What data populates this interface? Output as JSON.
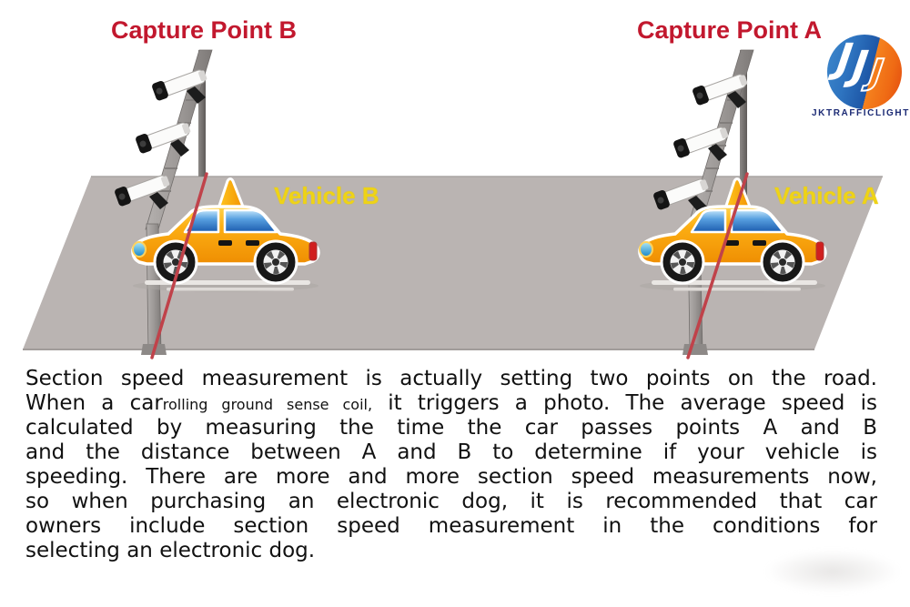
{
  "branding": {
    "name": "JKTRAFFICLIGHT",
    "logo_letters": [
      "J",
      "J",
      "J"
    ],
    "colors": {
      "logo_blue": "#1d56a6",
      "logo_orange": "#f0741c",
      "brand_text_navy": "#1b2a74"
    }
  },
  "diagram": {
    "capture_point_b_label": "Capture Point B",
    "capture_point_a_label": "Capture Point A",
    "vehicle_b_label": "Vehicle B",
    "vehicle_a_label": "Vehicle A",
    "colors": {
      "capture_label_red": "#c2182e",
      "vehicle_label_yellow": "#eed317",
      "road_gray": "#bab4b2",
      "capture_line_red": "#c0424a",
      "taxi_body_orange": "#f9a808",
      "pole_gray": "#7b7775"
    }
  },
  "description": {
    "line1": "Section speed measurement is actually setting two points on the road.",
    "line2_pre": "When a car",
    "line2_small": "rolling ground sense coil,",
    "line2_post": " it triggers a photo. The average speed is",
    "line3": "calculated by measuring the time the car passes points A and B",
    "line4": "and the distance between A and B to determine if your vehicle is",
    "line5": "speeding. There are more and more section speed measurements now,",
    "line6": "so when purchasing an electronic dog, it is recommended that car",
    "line7": "owners include section speed measurement in the conditions for",
    "line8": "selecting an electronic dog."
  }
}
